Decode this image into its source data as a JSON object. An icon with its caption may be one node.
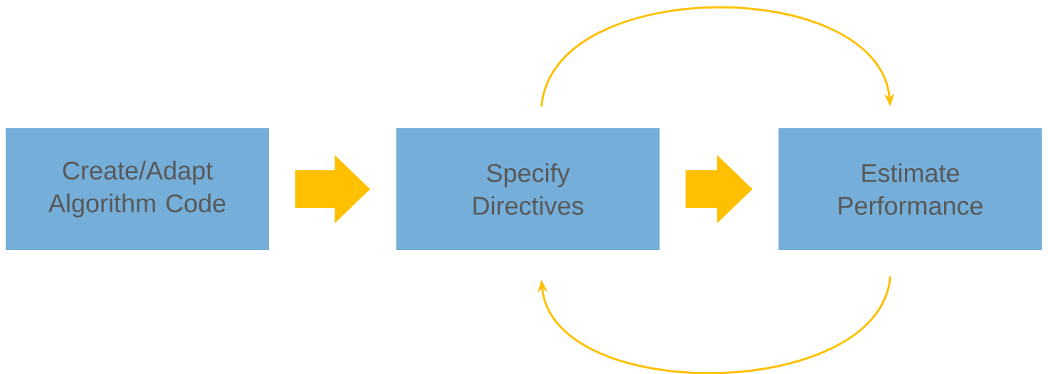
{
  "diagram": {
    "nodes": [
      {
        "text": [
          "Create/Adapt Algorithm Code"
        ]
      },
      {
        "text": [
          "Specify Directives"
        ]
      },
      {
        "text": [
          "Estimate Performance"
        ]
      }
    ],
    "edges": [
      {
        "from": 0,
        "to": 1,
        "arrow": "to",
        "style": "thick"
      },
      {
        "from": 1,
        "to": 2,
        "arrow": "to",
        "style": "thick"
      },
      {
        "from": 1,
        "to": 2,
        "arrow": "to"
      },
      {
        "from": 2,
        "to": 1,
        "arrow": "to"
      }
    ]
  }
}
